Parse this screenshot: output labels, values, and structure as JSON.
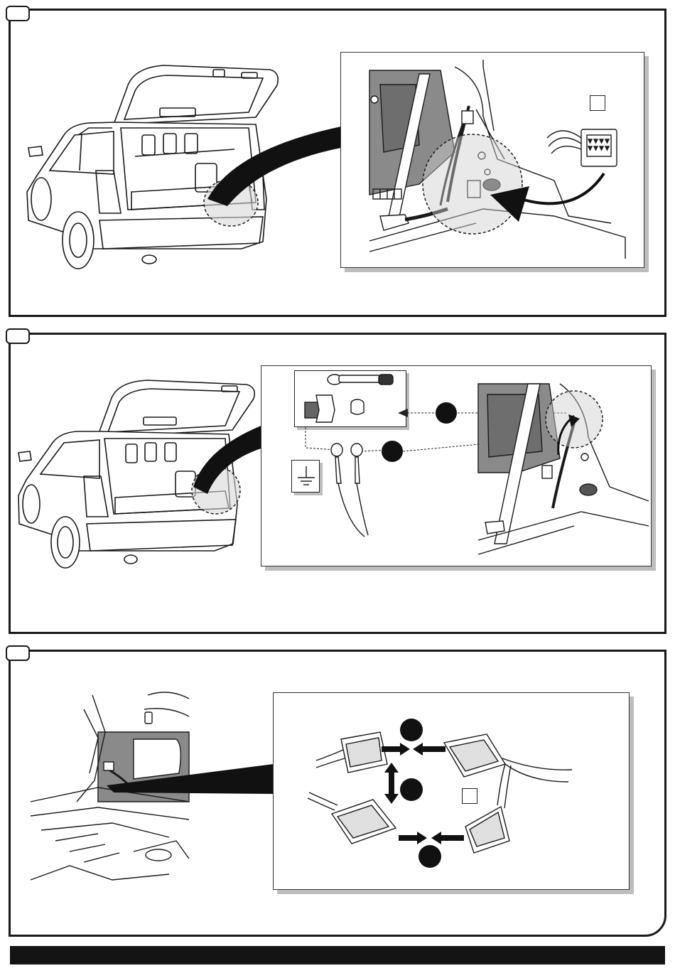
{
  "steps": [
    {
      "id": "step-1",
      "number": ""
    },
    {
      "id": "step-2",
      "number": ""
    },
    {
      "id": "step-3",
      "number": ""
    }
  ],
  "callouts": {
    "step1_connector_label": "",
    "step2_marker_a": "",
    "step2_marker_b": "",
    "step3_marker_a": "",
    "step3_marker_b": "",
    "step3_marker_c": "",
    "step3_connector_label": ""
  },
  "icons": {
    "ground": "ground-symbol-icon",
    "bolt": "ground-bolt-icon",
    "wrench": "socket-wrench-icon"
  },
  "colors": {
    "line": "#1a1a1a",
    "trim_gray": "#7d7d7d",
    "shadow": "#bdbdbd",
    "footer": "#141414"
  }
}
